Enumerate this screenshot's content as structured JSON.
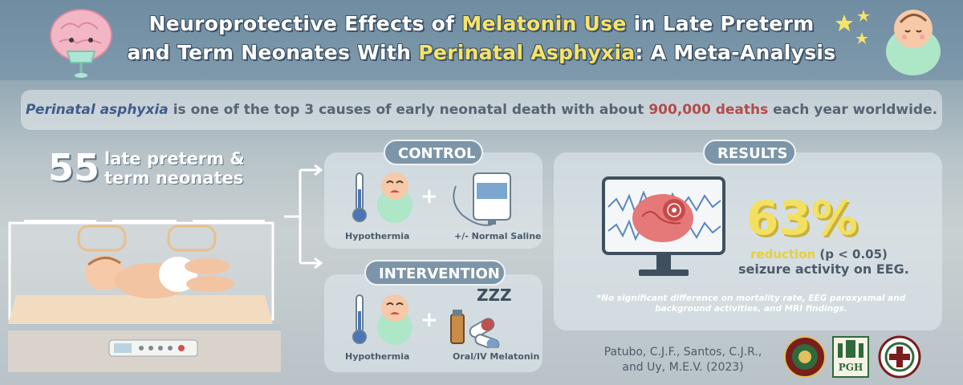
{
  "header": {
    "title_part1": "Neuroprotective Effects of ",
    "title_hl1": "Melatonin Use",
    "title_part2": " in Late Preterm",
    "title_part3": "and Term Neonates With ",
    "title_hl2": "Perinatal Asphyxia",
    "title_part4": ": A Meta-Analysis",
    "icons": [
      "brain-with-mask-icon",
      "stars-icon",
      "swaddled-baby-icon"
    ]
  },
  "fact": {
    "term": "Perinatal asphyxia",
    "text1": " is one of the top 3 causes of early neonatal death with about ",
    "deaths": "900,000 deaths",
    "text2": " each year worldwide."
  },
  "population": {
    "count": "55",
    "label_line1": "late preterm &",
    "label_line2": "term neonates"
  },
  "control": {
    "label": "CONTROL",
    "item1": "Hypothermia",
    "item2": "+/- Normal Saline",
    "plus": "+"
  },
  "intervention": {
    "label": "INTERVENTION",
    "item1": "Hypothermia",
    "item2": "Oral/IV Melatonin",
    "plus": "+",
    "sleep": "ZZZ"
  },
  "results": {
    "label": "RESULTS",
    "percent": "63%",
    "reduction": "reduction",
    "pvalue": " (p < 0.05)",
    "line2": "seizure activity on EEG.",
    "note_line1": "*No significant difference on mortality rate, EEG paroxysmal and",
    "note_line2": "background activities, and MRI findings."
  },
  "citation": {
    "line1": "Patubo, C.J.F., Santos, C.J.R.,",
    "line2": "and Uy, M.E.V. (2023)"
  },
  "logos": {
    "pgh_text": "PGH"
  },
  "colors": {
    "accent_yellow": "#f6e36a",
    "deaths_red": "#b34b4b",
    "pill_blue": "#7d95a8",
    "text_slate": "#4c5b6a"
  }
}
